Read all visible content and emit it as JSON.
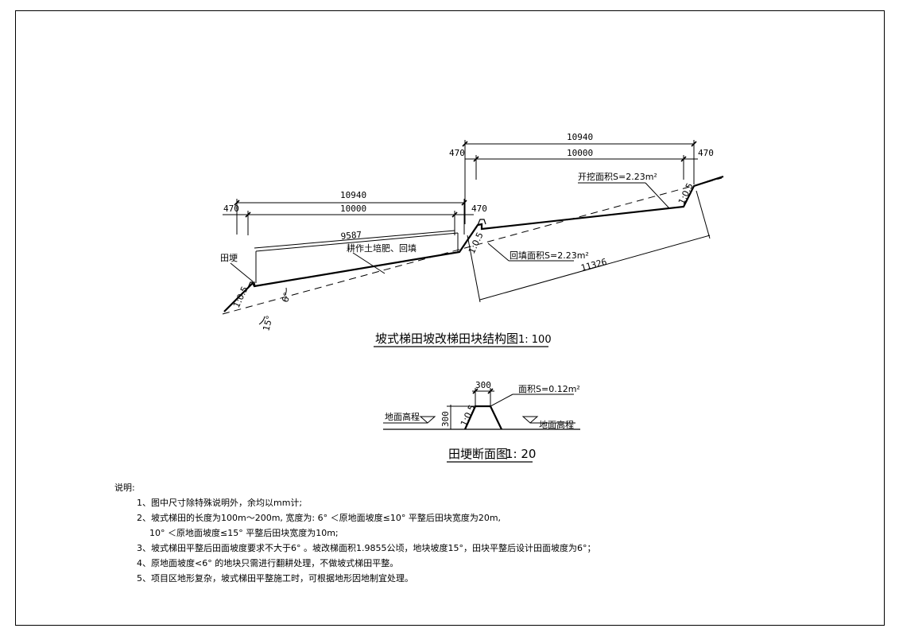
{
  "diagram1": {
    "title": "坡式梯田坡改梯田块结构图",
    "scale": "1: 100",
    "left_total": "10940",
    "left_berm_a": "470",
    "left_inner": "10000",
    "left_berm_b": "470",
    "left_slope_len": "9587",
    "right_total": "10940",
    "right_berm_a": "470",
    "right_inner": "10000",
    "right_berm_b": "470",
    "right_slope_len": "11326",
    "label_ridge": "田埂",
    "label_fill": "耕作土培肥、回填",
    "label_cut_area": "开挖面积S=2.23m²",
    "label_fill_area": "回填面积S=2.23m²",
    "slope_ratio_1": "1:0.5",
    "slope_ratio_2": "1:0.5",
    "slope_ratio_3": "1:0.5",
    "angle_a": "6°",
    "angle_b": "15°"
  },
  "diagram2": {
    "title": "田埂断面图",
    "scale": "1: 20",
    "top_width": "300",
    "height": "300",
    "area": "面积S=0.12m²",
    "slope_ratio": "1:0.5",
    "ground_left": "地面高程",
    "ground_right": "地面高程"
  },
  "notes": {
    "heading": "说明:",
    "items": [
      "1、图中尺寸除特殊说明外，余均以mm计;",
      "2、坡式梯田的长度为100m～200m, 宽度为: 6° ＜原地面坡度≤10° 平整后田块宽度为20m,",
      "10° ＜原地面坡度≤15° 平整后田块宽度为10m;",
      "3、坡式梯田平整后田面坡度要求不大于6° 。坡改梯面积1.9855公顷，地块坡度15°，田块平整后设计田面坡度为6°；",
      "4、原地面坡度<6° 的地块只需进行翻耕处理，不做坡式梯田平整。",
      "5、项目区地形复杂，坡式梯田平整施工时，可根据地形因地制宜处理。"
    ]
  }
}
